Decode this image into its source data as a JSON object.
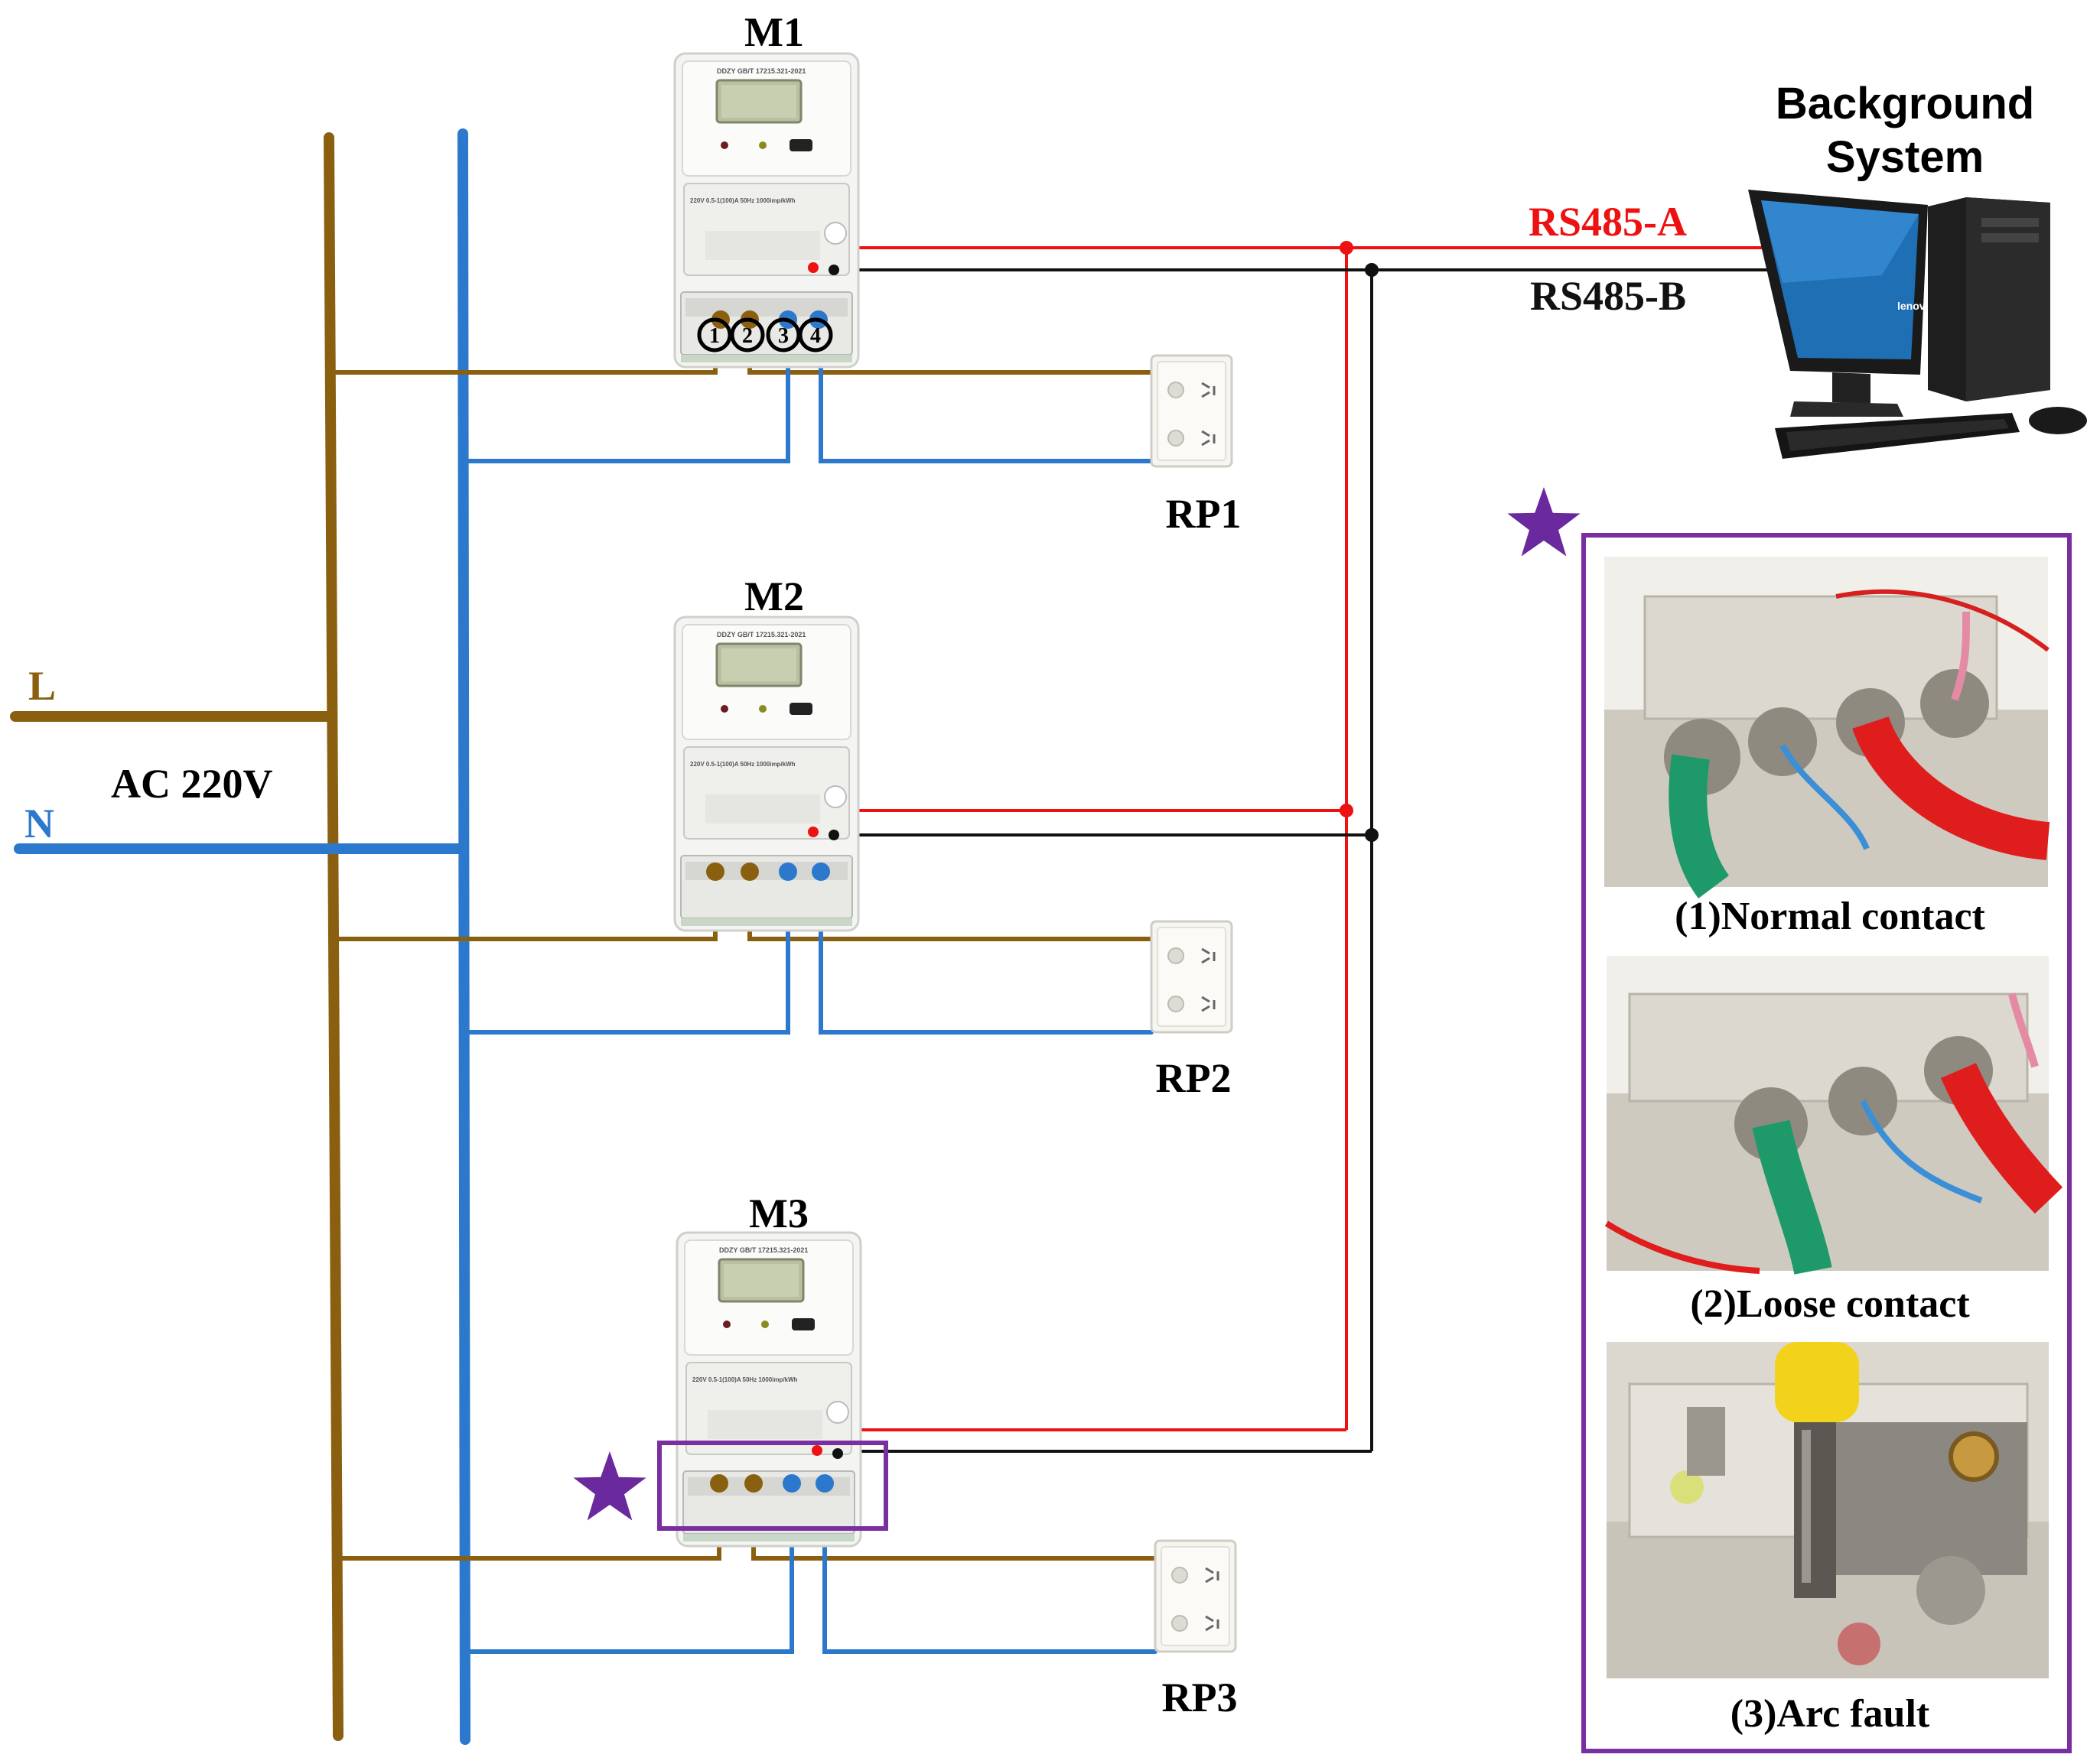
{
  "meters": [
    {
      "id": "M1",
      "label": "M1"
    },
    {
      "id": "M2",
      "label": "M2"
    },
    {
      "id": "M3",
      "label": "M3"
    }
  ],
  "meter_panel_text": {
    "top_line": "DDZY  GB/T 17215.321-2021",
    "rating_line": "220V  0.5-1(100)A  50Hz  1000imp/kWh",
    "terminals": [
      "1",
      "2",
      "3",
      "4"
    ]
  },
  "receptacles": [
    {
      "id": "RP1",
      "label": "RP1"
    },
    {
      "id": "RP2",
      "label": "RP2"
    },
    {
      "id": "RP3",
      "label": "RP3"
    }
  ],
  "supply": {
    "line_label": "L",
    "neutral_label": "N",
    "voltage_label": "AC 220V"
  },
  "bus": {
    "a_label": "RS485-A",
    "b_label": "RS485-B"
  },
  "background_system": {
    "line1": "Background",
    "line2": "System",
    "brand": "lenovo"
  },
  "inset": {
    "captions": [
      "(1)Normal contact",
      "(2)Loose contact",
      "(3)Arc fault"
    ]
  },
  "colors": {
    "line": "#8a6010",
    "neutral": "#2b78cc",
    "rs485_a": "#ee1111",
    "rs485_b": "#111111",
    "highlight": "#7a2fa0",
    "star": "#6a2a9e"
  }
}
